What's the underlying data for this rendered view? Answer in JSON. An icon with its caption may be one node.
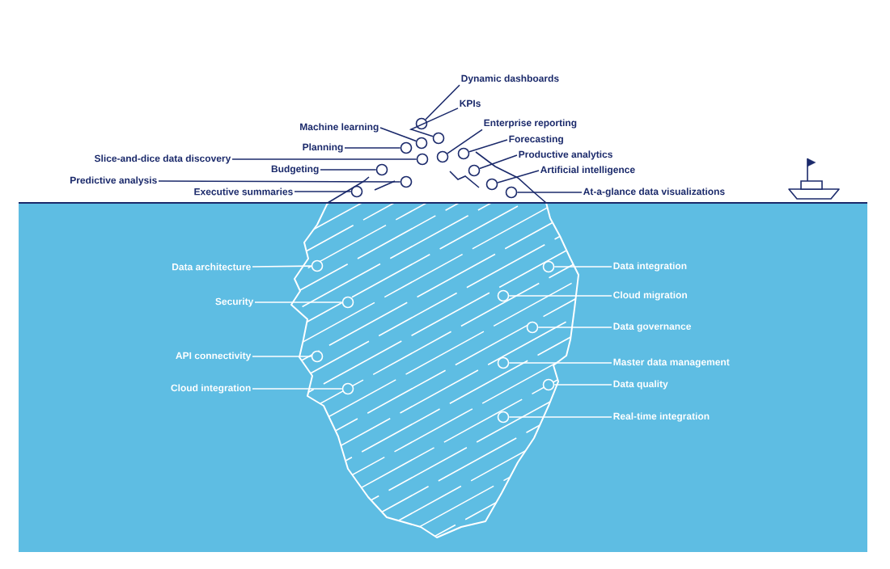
{
  "diagram": {
    "nodes": [
      {
        "text": [
          "Dynamic dashboards"
        ]
      },
      {
        "text": [],
        "shape": "circle"
      },
      {
        "text": [
          "KPIs"
        ]
      },
      {
        "text": [],
        "shape": "circle"
      },
      {
        "text": [
          "Machine learning"
        ]
      },
      {
        "text": [],
        "shape": "circle"
      },
      {
        "text": [
          "Enterprise reporting"
        ]
      },
      {
        "text": [],
        "shape": "circle"
      },
      {
        "text": [
          "Planning"
        ]
      },
      {
        "text": [],
        "shape": "circle"
      },
      {
        "text": [
          "Forecasting"
        ]
      },
      {
        "text": [],
        "shape": "circle"
      },
      {
        "text": [
          "Slice-and-dice data discovery"
        ]
      },
      {
        "text": [],
        "shape": "circle"
      },
      {
        "text": [
          "Productive analytics"
        ]
      },
      {
        "text": [],
        "shape": "circle"
      },
      {
        "text": [
          "Budgeting"
        ]
      },
      {
        "text": [],
        "shape": "circle"
      },
      {
        "text": [
          "Artificial intelligence"
        ]
      },
      {
        "text": [],
        "shape": "circle"
      },
      {
        "text": [
          "Predictive analysis"
        ]
      },
      {
        "text": [],
        "shape": "circle"
      },
      {
        "text": [
          "Executive summaries"
        ]
      },
      {
        "text": [],
        "shape": "circle"
      },
      {
        "text": [
          "At-a-glance data visualizations"
        ]
      },
      {
        "text": [],
        "shape": "circle"
      },
      {
        "text": [
          "Data architecture"
        ]
      },
      {
        "text": [],
        "shape": "circle"
      },
      {
        "text": [
          "Data integration"
        ]
      },
      {
        "text": [],
        "shape": "circle"
      },
      {
        "text": [
          "Cloud migration"
        ]
      },
      {
        "text": [],
        "shape": "circle"
      },
      {
        "text": [
          "Security"
        ]
      },
      {
        "text": [],
        "shape": "circle"
      },
      {
        "text": [
          "Data governance"
        ]
      },
      {
        "text": [],
        "shape": "circle"
      },
      {
        "text": [
          "API connectivity"
        ]
      },
      {
        "text": [],
        "shape": "circle"
      },
      {
        "text": [
          "Master data management"
        ]
      },
      {
        "text": [],
        "shape": "circle"
      },
      {
        "text": [
          "Data quality"
        ]
      },
      {
        "text": [],
        "shape": "circle"
      },
      {
        "text": [
          "Cloud integration"
        ]
      },
      {
        "text": [],
        "shape": "circle"
      },
      {
        "text": [
          "Real-time integration"
        ]
      },
      {
        "text": [],
        "shape": "circle"
      }
    ],
    "edges": [
      {
        "from": 0,
        "to": 1,
        "arrow": "none"
      },
      {
        "from": 2,
        "to": 3,
        "arrow": "none"
      },
      {
        "from": 4,
        "to": 5,
        "arrow": "none"
      },
      {
        "from": 6,
        "to": 7,
        "arrow": "none"
      },
      {
        "from": 8,
        "to": 9,
        "arrow": "none"
      },
      {
        "from": 10,
        "to": 11,
        "arrow": "none"
      },
      {
        "from": 12,
        "to": 13,
        "arrow": "none"
      },
      {
        "from": 14,
        "to": 15,
        "arrow": "none"
      },
      {
        "from": 16,
        "to": 17,
        "arrow": "none"
      },
      {
        "from": 18,
        "to": 19,
        "arrow": "none"
      },
      {
        "from": 20,
        "to": 21,
        "arrow": "none"
      },
      {
        "from": 22,
        "to": 23,
        "arrow": "none"
      },
      {
        "from": 24,
        "to": 25,
        "arrow": "none"
      },
      {
        "from": 26,
        "to": 27,
        "arrow": "none",
        "color": "#ffffff"
      },
      {
        "from": 28,
        "to": 29,
        "arrow": "none",
        "color": "#ffffff"
      },
      {
        "from": 30,
        "to": 31,
        "arrow": "none",
        "color": "#ffffff"
      },
      {
        "from": 32,
        "to": 33,
        "arrow": "none",
        "color": "#ffffff"
      },
      {
        "from": 34,
        "to": 35,
        "arrow": "none",
        "color": "#ffffff"
      },
      {
        "from": 36,
        "to": 37,
        "arrow": "none",
        "color": "#ffffff"
      },
      {
        "from": 38,
        "to": 39,
        "arrow": "none",
        "color": "#ffffff"
      },
      {
        "from": 40,
        "to": 41,
        "arrow": "none",
        "color": "#ffffff"
      },
      {
        "from": 42,
        "to": 43,
        "arrow": "none",
        "color": "#ffffff"
      },
      {
        "from": 44,
        "to": 45,
        "arrow": "none",
        "color": "#ffffff"
      }
    ]
  }
}
